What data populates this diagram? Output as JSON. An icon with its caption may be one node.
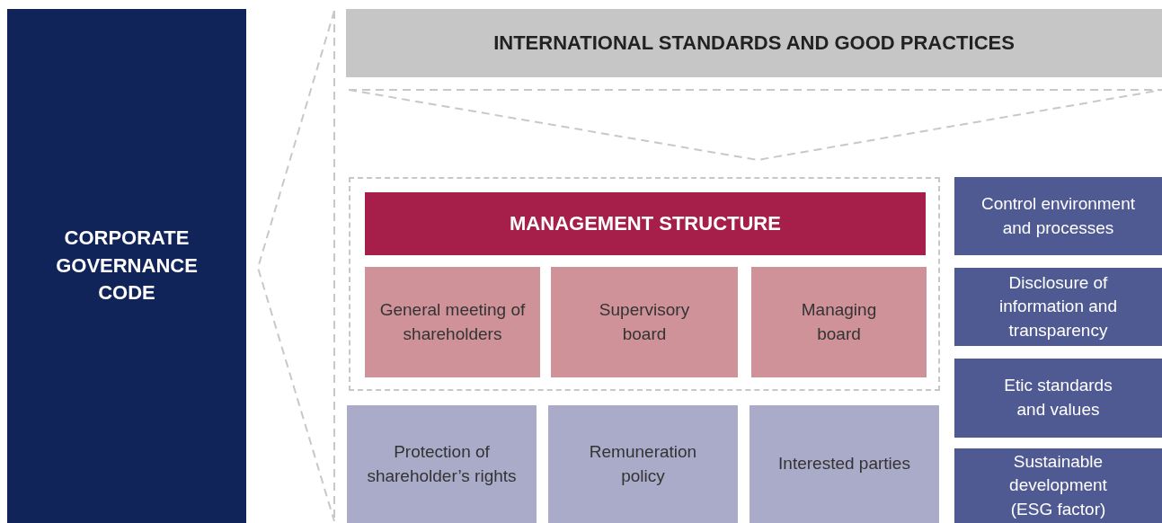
{
  "diagram": {
    "nodes": [
      {
        "text": [
          "CORPORATE GOVERNANCE CODE"
        ]
      },
      {
        "text": [
          "INTERNATIONAL STANDARDS AND GOOD PRACTICES"
        ]
      },
      {
        "text": [],
        "shape": "box"
      },
      {
        "text": [
          "MANAGEMENT STRUCTURE"
        ],
        "in": 2
      },
      {
        "text": [
          "General meeting of shareholders"
        ],
        "in": 2
      },
      {
        "text": [
          "Supervisory board"
        ],
        "in": 2
      },
      {
        "text": [
          "Managing board"
        ],
        "in": 2
      },
      {
        "text": [
          "Control environment and processes"
        ]
      },
      {
        "text": [
          "Disclosure of information and transparency"
        ]
      },
      {
        "text": [
          "Etic standards and values"
        ]
      },
      {
        "text": [
          "Protection of shareholder’s rights"
        ]
      },
      {
        "text": [
          "Remuneration policy"
        ]
      },
      {
        "text": [
          "Interested parties"
        ]
      },
      {
        "text": [
          "Sustainable development (ESG factor)"
        ]
      }
    ],
    "edges": []
  }
}
